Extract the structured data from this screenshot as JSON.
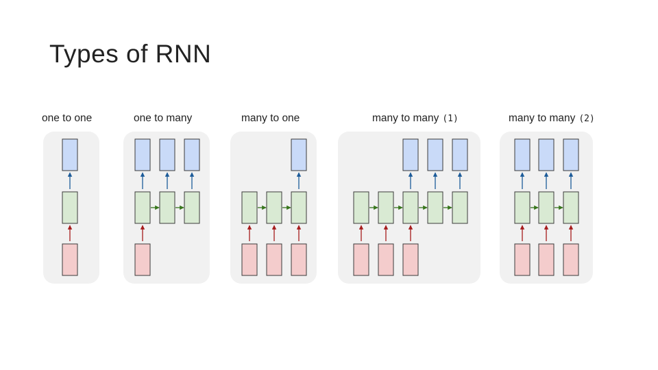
{
  "slide": {
    "title": "Types of RNN"
  },
  "panels": [
    {
      "label": "one to one",
      "suffix": ""
    },
    {
      "label": "one to many",
      "suffix": ""
    },
    {
      "label": "many to one",
      "suffix": ""
    },
    {
      "label": "many to many",
      "suffix": "(1)"
    },
    {
      "label": "many to many",
      "suffix": "(2)"
    }
  ],
  "colors": {
    "panel_bg": "#f1f1f1",
    "input_fill": "#f4cccc",
    "hidden_fill": "#d9ead3",
    "output_fill": "#c9daf8",
    "box_stroke": "#3a3a3a",
    "input_arrow": "#a61c1c",
    "recurrent_arrow": "#38761d",
    "output_arrow": "#1c5b99"
  }
}
